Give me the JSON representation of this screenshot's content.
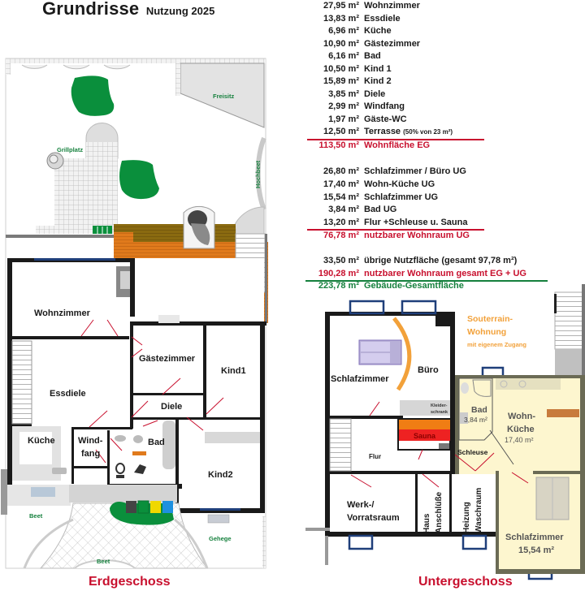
{
  "header": {
    "title": "Grundrisse",
    "subtitle": "Nutzung 2025"
  },
  "unit": "m²",
  "areas_eg": [
    {
      "value": "27,95",
      "label": "Wohnzimmer"
    },
    {
      "value": "13,83",
      "label": "Essdiele"
    },
    {
      "value": "6,96",
      "label": "Küche"
    },
    {
      "value": "10,90",
      "label": "Gästezimmer"
    },
    {
      "value": "6,16",
      "label": "Bad"
    },
    {
      "value": "10,50",
      "label": "Kind 1"
    },
    {
      "value": "15,89",
      "label": "Kind 2"
    },
    {
      "value": "3,85",
      "label": "Diele"
    },
    {
      "value": "2,99",
      "label": "Windfang"
    },
    {
      "value": "1,97",
      "label": "Gäste-WC"
    },
    {
      "value": "12,50",
      "label": "Terrasse",
      "note": "(50% von 23 m²)"
    }
  ],
  "total_eg": {
    "value": "113,50",
    "label": "Wohnfläche EG"
  },
  "areas_ug": [
    {
      "value": "26,80",
      "label": "Schlafzimmer / Büro UG"
    },
    {
      "value": "17,40",
      "label": "Wohn-Küche UG"
    },
    {
      "value": "15,54",
      "label": "Schlafzimmer UG"
    },
    {
      "value": "3,84",
      "label": "Bad UG"
    },
    {
      "value": "13,20",
      "label": "Flur +Schleuse u. Sauna"
    }
  ],
  "total_ug": {
    "value": "76,78",
    "label": "nutzbarer Wohnraum UG"
  },
  "other": {
    "value": "33,50",
    "label": "übrige Nutzfläche (gesamt 97,78 m²)"
  },
  "total_living": {
    "value": "190,28",
    "label": "nutzbarer Wohnraum gesamt EG + UG"
  },
  "total_building": {
    "value": "223,78",
    "label": "Gebäude-Gesamtfläche"
  },
  "colors": {
    "red": "#c8102e",
    "green": "#15803d",
    "wall": "#1a1a1a",
    "deck": "#e07a1c",
    "deck_dark": "#8a6a10",
    "plant": "#0a8f3c",
    "souterrain": "#fdf6cf",
    "souterrain_wall": "#6b6b55",
    "window": "#1f3f7a",
    "door": "#c8102e",
    "orange_text": "#f2a13a"
  },
  "eg_plan": {
    "caption": "Erdgeschoss",
    "garden_labels": {
      "freisitz": "Freisitz",
      "grillplatz": "Grillplatz",
      "hochbeet": "Hochbeet",
      "beet_left": "Beet",
      "beet_bottom": "Beet",
      "gehege": "Gehege"
    },
    "rooms": {
      "wohnzimmer": "Wohnzimmer",
      "essdiele": "Essdiele",
      "kueche": "Küche",
      "windfang_1": "Wind-",
      "windfang_2": "fang",
      "gaestezimmer": "Gästezimmer",
      "diele": "Diele",
      "bad": "Bad",
      "kind1": "Kind1",
      "kind2": "Kind2"
    }
  },
  "ug_plan": {
    "caption": "Untergeschoss",
    "souterrain_1": "Souterrain-",
    "souterrain_2": "Wohnung",
    "souterrain_3": "mit eigenem Zugang",
    "rooms": {
      "schlafzimmer": "Schlafzimmer",
      "buero": "Büro",
      "kleider_1": "Kleider-",
      "kleider_2": "schrank",
      "sauna": "Sauna",
      "flur": "Flur",
      "schleuse": "Schleuse",
      "bad": "Bad",
      "bad_area": "3,84 m²",
      "wohn_1": "Wohn-",
      "wohn_2": "Küche",
      "wohn_area": "17,40 m²",
      "werk_1": "Werk-/",
      "werk_2": "Vorratsraum",
      "haus_1": "Haus",
      "haus_2": "Anschlüße",
      "heizung_1": "Heizung",
      "heizung_2": "Waschraum",
      "schlaf2": "Schlafzimmer",
      "schlaf2_area": "15,54 m²"
    }
  }
}
